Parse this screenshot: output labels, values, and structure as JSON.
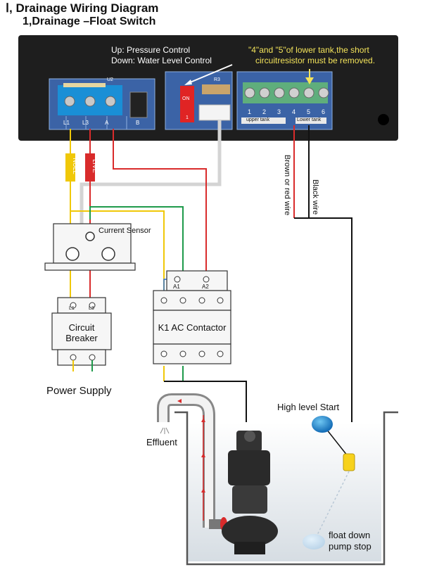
{
  "title": {
    "line1": "Ⅰ, Drainage Wiring Diagram",
    "line2": "1,Drainage –Float Switch"
  },
  "control_panel": {
    "mode_up": "Up: Pressure Control",
    "mode_down": "Down: Water Level Control",
    "note_line1": "\"4\"and \"5\"of lower tank,the short",
    "note_line2": "circuitresistor must be removed.",
    "terminal_labels": [
      "L1",
      "L3",
      "A",
      "B"
    ],
    "chip_label": "U2",
    "resistor_label": "R3",
    "switch_label": "ON",
    "switch_number": "1",
    "level_terminals": [
      "1",
      "2",
      "3",
      "4",
      "5",
      "6"
    ],
    "upper_tank": "upper tank",
    "lower_tank": "Lower tank"
  },
  "wires": {
    "null_tag": "NULL",
    "live_tag": "LIVE",
    "brown_red": "Brown or red wire",
    "black": "Black wire"
  },
  "components": {
    "current_sensor": "Current Sensor",
    "breaker_line1": "Circuit",
    "breaker_line2": "Breaker",
    "breaker_l1": "L1",
    "breaker_l3": "L3",
    "contactor": "K1 AC Contactor",
    "contactor_a1": "A1",
    "contactor_a2": "A2",
    "power_supply": "Power Supply"
  },
  "tank": {
    "high_level": "High level Start",
    "effluent": "Effluent",
    "float_down_line1": "float down",
    "float_down_line2": "pump stop"
  },
  "colors": {
    "panel": "#1e1e1e",
    "terminal_blue": "#1a8fd6",
    "terminal_green": "#5fae7c",
    "wire_yellow": "#f0c808",
    "wire_red": "#d92b2b",
    "wire_green": "#1e9a4b",
    "wire_black": "#111111",
    "wire_gray": "#cfcfcf"
  }
}
